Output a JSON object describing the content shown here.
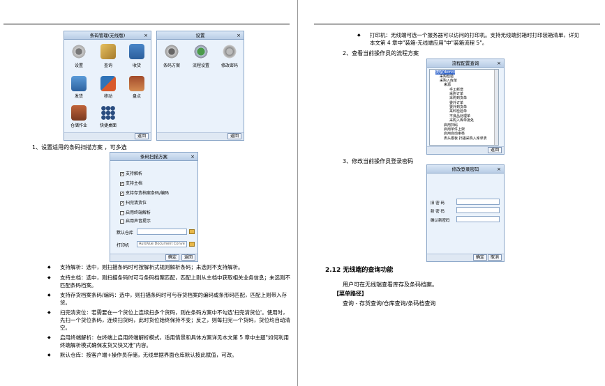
{
  "left": {
    "win1": {
      "title": "条码管理(无线版)",
      "close": "×",
      "icons": [
        {
          "label": "设置",
          "icon": "settings-icon"
        },
        {
          "label": "查询",
          "icon": "query-icon"
        },
        {
          "label": "收货",
          "icon": "receive-icon"
        },
        {
          "label": "发货",
          "icon": "ship-icon"
        },
        {
          "label": "移动",
          "icon": "move-icon"
        },
        {
          "label": "盘点",
          "icon": "stocktake-icon"
        },
        {
          "label": "仓储作业",
          "icon": "warehouse-icon"
        },
        {
          "label": "快捷桌面",
          "icon": "quick-desktop-icon"
        }
      ],
      "back": "返回"
    },
    "win2": {
      "title": "设置",
      "close": "×",
      "icons": [
        {
          "label": "条码方案",
          "icon": "barcode-scheme-icon"
        },
        {
          "label": "流程设置",
          "icon": "flow-settings-icon"
        },
        {
          "label": "修改密码",
          "icon": "change-password-icon"
        }
      ],
      "back": "返回"
    },
    "step1": "1、设置适用的条码扫描方案 ，可多选",
    "win3": {
      "title": "条码扫描方案",
      "close": "×",
      "options": [
        {
          "label": "支持解析",
          "checked": true
        },
        {
          "label": "支持主档",
          "checked": true
        },
        {
          "label": "支持存货档案条码/编码",
          "checked": true
        },
        {
          "label": "扫完清货位",
          "checked": true
        },
        {
          "label": "启用终端解析",
          "checked": false
        },
        {
          "label": "启用声音提示",
          "checked": false
        }
      ],
      "warehouse_label": "默认仓库",
      "warehouse_value": "",
      "printer_label": "打印机",
      "printer_value": "AutoVue Document Conve",
      "ok": "确定",
      "back": "返回"
    },
    "bullets": [
      "支持解析：选中，则扫描条码时可按解析式规则解析条码；未选则不支持解析。",
      "支持主档：选中，则扫描条码时可与条码档案匹配，匹配上则从主档中获取相关业务信息；未选则不匹配条码档案。",
      "支持存货档案条码/编码：选中，则扫描条码时可与存货档案的编码或条形码匹配，匹配上则带入存货。",
      "扫完清货位：若需要在一个货位上连续扫多个货码，则在条码方案中不勾选'扫完清货位'。使用时，先扫一个货位条码，连续扫货码，此时货位始终保持不变；反之，则每扫完一个货码，货位均自动清空。",
      "启用终端解析：在终端上启用终端解析模式，适用情景和具体方案详见本文第 5 章中主题\"如何利用终端解析模式确保发货又快又准\"内容。",
      "默认仓库：按客户端+操作员存储，无线单据界面仓库默认按此赋值，可改。"
    ]
  },
  "right": {
    "bullet_printer": "打印机：无线端可选一个服务器可以访问的打印机。支持无线端封箱时打印装箱清单，详见本文第 4 章中\"装箱-无线端应用\"中\"装箱流程 5\"。",
    "step2": "2、查看当前操作员的流程方案",
    "win4": {
      "title": "流程配置查询",
      "close": "×",
      "tree": [
        "流程(demo)",
        "采购检验",
        "采购入库单",
        "来源",
        "手工新增",
        "采购订单",
        "采购到货单",
        "委外订单",
        "委外到货单",
        "来料检验单",
        "不良品处理单",
        "采购入库单批处",
        "启用扫码",
        "启用单件上架",
        "启用自动审核",
        "表头模板 扫描采购入库单表"
      ],
      "back": "返回"
    },
    "step3": "3、修改当前操作员登录密码",
    "win5": {
      "title": "修改登录密码",
      "close": "×",
      "fields": [
        {
          "label": "旧 密 码",
          "value": ""
        },
        {
          "label": "新 密 码",
          "value": ""
        },
        {
          "label": "确认新密码",
          "value": ""
        }
      ],
      "ok": "确定",
      "cancel": "取消"
    },
    "section_title": "2.12 无线端的查询功能",
    "section_desc": "用户可在无线端查看库存及条码档案。",
    "path_label": "【菜单路径】",
    "path_value": "查询 - 存货查询/仓库查询/条码档查询"
  }
}
